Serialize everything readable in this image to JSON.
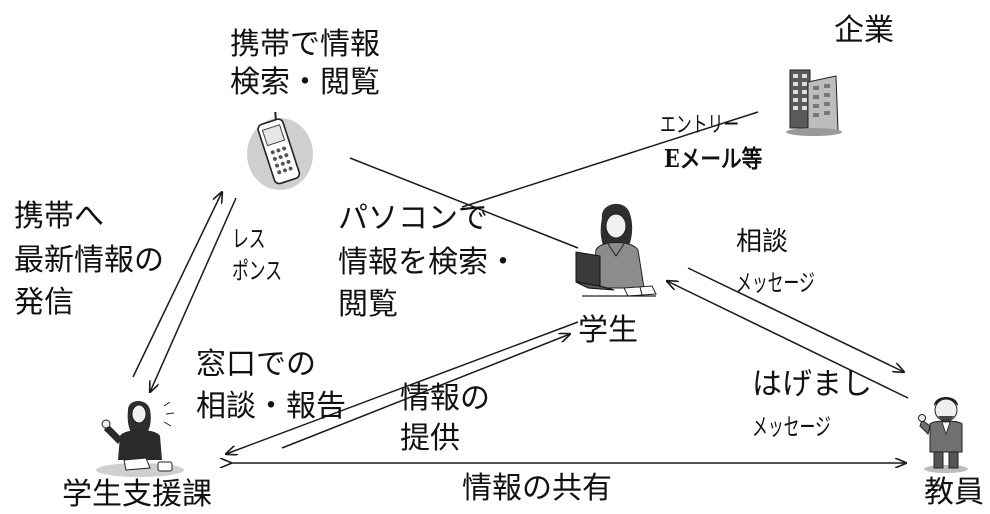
{
  "nodes": {
    "company": "企業",
    "mobile_search": [
      "携帯で情報",
      "検索・閲覧"
    ],
    "student": "学生",
    "student_support": "学生支援課",
    "faculty": "教員"
  },
  "edges": {
    "entry": "エントリー",
    "email_etc": "Eメール等",
    "mobile_push": [
      "携帯へ",
      "最新情報の",
      "発信"
    ],
    "response": [
      "レス",
      "ポンス"
    ],
    "pc_search": [
      "パソコンで",
      "情報を検索・",
      "閲覧"
    ],
    "consult": "相談",
    "message1": "メッセージ",
    "counter_consult": [
      "窓口での",
      "相談・報告"
    ],
    "info_provide": [
      "情報の",
      "提供"
    ],
    "encourage": "はげまし",
    "message2": "メッセージ",
    "info_share": "情報の共有"
  },
  "colors": {
    "line": "#1a1a1a",
    "icon_dark": "#3a3a3a",
    "icon_mid": "#8a8a8a",
    "icon_light": "#cfcfcf"
  }
}
